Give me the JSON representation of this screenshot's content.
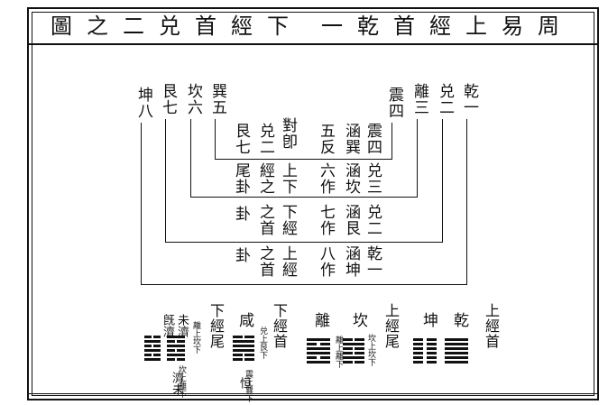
{
  "title": [
    "周",
    "易",
    "上",
    "經",
    "首",
    "乾",
    "一",
    "下",
    "經",
    "首",
    "兑",
    "二",
    "之",
    "圖"
  ],
  "top_left_labels": [
    {
      "main": "巽",
      "num": "五"
    },
    {
      "main": "坎",
      "num": "六"
    },
    {
      "main": "艮",
      "num": "七"
    },
    {
      "main": "坤",
      "num": "八"
    }
  ],
  "top_right_labels": [
    {
      "main": "乾",
      "num": "一"
    },
    {
      "main": "兑",
      "num": "二"
    },
    {
      "main": "離",
      "num": "三"
    },
    {
      "main": "震",
      "num": "四"
    }
  ],
  "rows": [
    {
      "left": [
        "艮七",
        "兑二",
        "對卽"
      ],
      "mid": [
        "五反"
      ],
      "right": [
        "涵巽",
        "震四"
      ]
    },
    {
      "left": [
        "尾卦",
        "經之",
        "上下"
      ],
      "mid": [
        "六作"
      ],
      "right": [
        "涵坎",
        "兑三"
      ]
    },
    {
      "left": [
        "卦",
        "之首",
        "下經"
      ],
      "mid": [
        "七作"
      ],
      "right": [
        "涵艮",
        "兑二"
      ]
    },
    {
      "left": [
        "卦",
        "之首",
        "上經"
      ],
      "mid": [
        "八作"
      ],
      "right": [
        "涵坤",
        "乾一"
      ]
    }
  ],
  "bottom": {
    "shang_jing_shou": "上經首",
    "qian": "乾",
    "kun": "坤",
    "shang_jing_wei": "上經尾",
    "kan": "坎",
    "li": "離",
    "kan_note": "坎上坎下",
    "li_note": "離上離下",
    "xia_jing_shou": "下經首",
    "xian": "咸",
    "xian_note": "兑上艮下",
    "xia_jing_wei": "下經尾",
    "jiji": "旣濟",
    "weiji": "未濟",
    "jiji_note": "坎上離下",
    "weiji_note": "離上坎下",
    "heng": "恒",
    "heng_note": "震上巽下",
    "small_left": "濟未"
  }
}
